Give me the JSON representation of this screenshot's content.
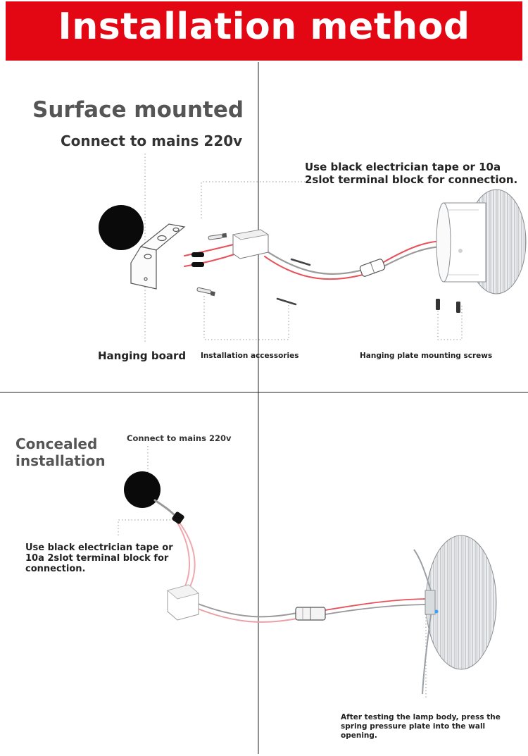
{
  "header": {
    "title": "Installation method"
  },
  "surface": {
    "title": "Surface mounted",
    "mains_label": "Connect to mains 220v",
    "tape_note": [
      "Use black electrician tape or 10a",
      "2slot terminal block for connection."
    ],
    "captions": {
      "hanging_board": "Hanging board",
      "accessories": "Installation accessories",
      "mounting_screws": "Hanging plate mounting screws"
    }
  },
  "concealed": {
    "title": [
      "Concealed",
      "installation"
    ],
    "mains_label": "Connect to mains 220v",
    "tape_note": [
      "Use black electrician tape or",
      "10a 2slot terminal block for",
      "connection."
    ],
    "after_note": [
      "After testing the lamp body, press the",
      "spring pressure plate into the wall",
      "opening."
    ]
  },
  "colors": {
    "banner": "#e30613",
    "banner_text": "#ffffff",
    "wire_red": "#e8505a",
    "wire_grey": "#9a9a9a"
  },
  "icons": [
    "mains-hole-icon",
    "hanging-board-icon",
    "terminal-block-icon",
    "screw-icon",
    "anchor-icon",
    "connector-icon",
    "downlight-icon"
  ]
}
